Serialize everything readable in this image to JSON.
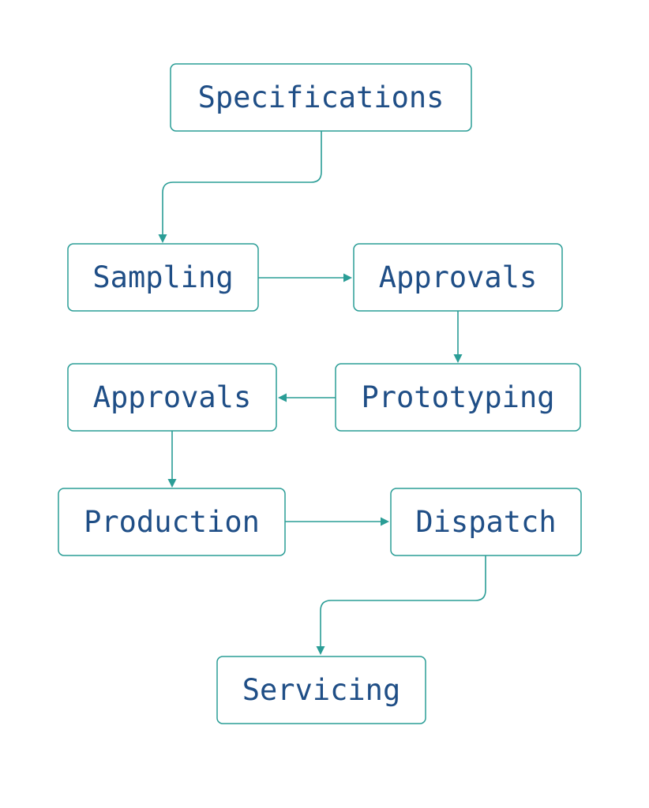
{
  "colors": {
    "box_border": "#2a9d96",
    "arrow": "#2a9d96",
    "text": "#1f4e86",
    "background": "#ffffff"
  },
  "nodes": [
    {
      "id": "specifications",
      "label": "Specifications"
    },
    {
      "id": "sampling",
      "label": "Sampling"
    },
    {
      "id": "approvals-1",
      "label": "Approvals"
    },
    {
      "id": "prototyping",
      "label": "Prototyping"
    },
    {
      "id": "approvals-2",
      "label": "Approvals"
    },
    {
      "id": "production",
      "label": "Production"
    },
    {
      "id": "dispatch",
      "label": "Dispatch"
    },
    {
      "id": "servicing",
      "label": "Servicing"
    }
  ],
  "edges": [
    {
      "from": "specifications",
      "to": "sampling"
    },
    {
      "from": "sampling",
      "to": "approvals-1"
    },
    {
      "from": "approvals-1",
      "to": "prototyping"
    },
    {
      "from": "prototyping",
      "to": "approvals-2"
    },
    {
      "from": "approvals-2",
      "to": "production"
    },
    {
      "from": "production",
      "to": "dispatch"
    },
    {
      "from": "dispatch",
      "to": "servicing"
    }
  ]
}
